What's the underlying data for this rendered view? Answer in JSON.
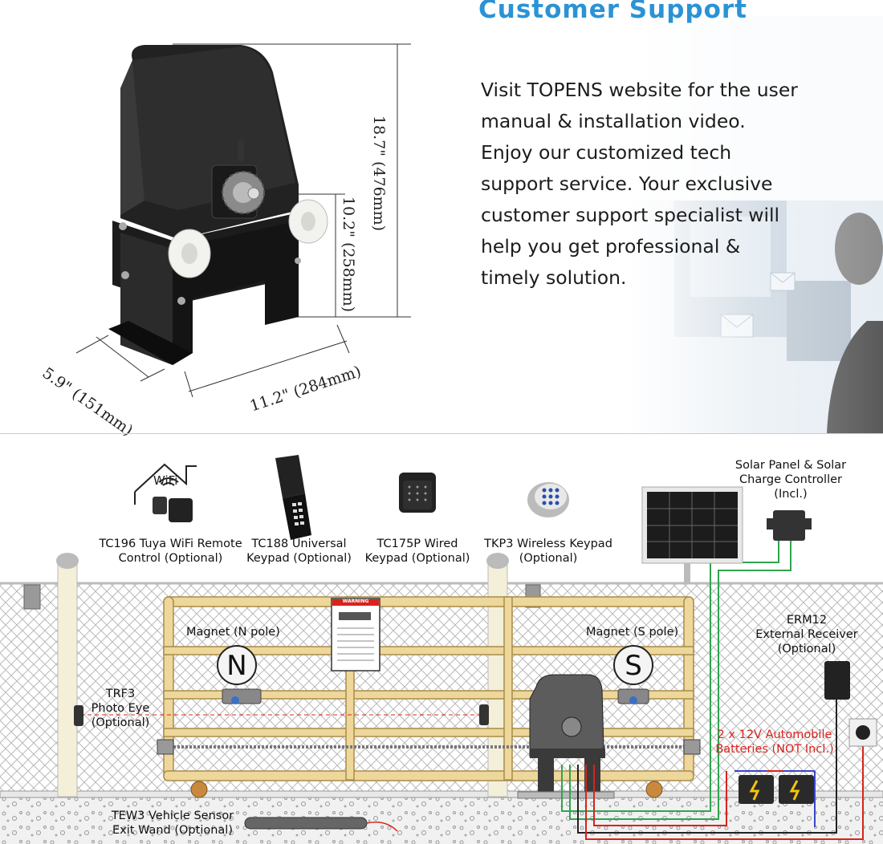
{
  "header": {
    "title": "Customer  Support"
  },
  "description": [
    "Visit TOPENS website for the user",
    "manual & installation video.",
    "Enjoy our customized tech",
    "support service. Your exclusive",
    "customer support specialist will",
    "help you get professional &",
    "timely solution."
  ],
  "dimensions": {
    "height_total": "18.7\" (476mm)",
    "height_sprocket": "10.2\" (258mm)",
    "depth": "5.9\" (151mm)",
    "width": "11.2\" (284mm)"
  },
  "accessories": {
    "wifi_icon_text": "WiFi",
    "tc196": [
      "TC196 Tuya WiFi Remote",
      "Control (Optional)"
    ],
    "tc188": [
      "TC188 Universal",
      "Keypad (Optional)"
    ],
    "tc175p": [
      "TC175P Wired",
      "Keypad (Optional)"
    ],
    "tkp3": [
      "TKP3 Wireless Keypad",
      "(Optional)"
    ],
    "solar": [
      "Solar Panel & Solar",
      "Charge Controller",
      "(Incl.)"
    ],
    "erm12": [
      "ERM12",
      "External Receiver",
      "(Optional)"
    ],
    "trf3": [
      "TRF3",
      "Photo Eye",
      "(Optional)"
    ],
    "tew3": [
      "TEW3 Vehicle Sensor",
      "Exit Wand (Optional)"
    ],
    "batteries": [
      "2 x 12V Automobile",
      "Batteries (NOT Incl.)"
    ]
  },
  "magnets": {
    "north_label": "Magnet (N pole)",
    "south_label": "Magnet (S pole)",
    "north_letter": "N",
    "south_letter": "S"
  },
  "sign": {
    "title": "WARNING"
  },
  "colors": {
    "heading": "#2a93d5",
    "gate": "#eed79a",
    "gate_outline": "#a88c4a",
    "warning_red": "#d8231d"
  }
}
